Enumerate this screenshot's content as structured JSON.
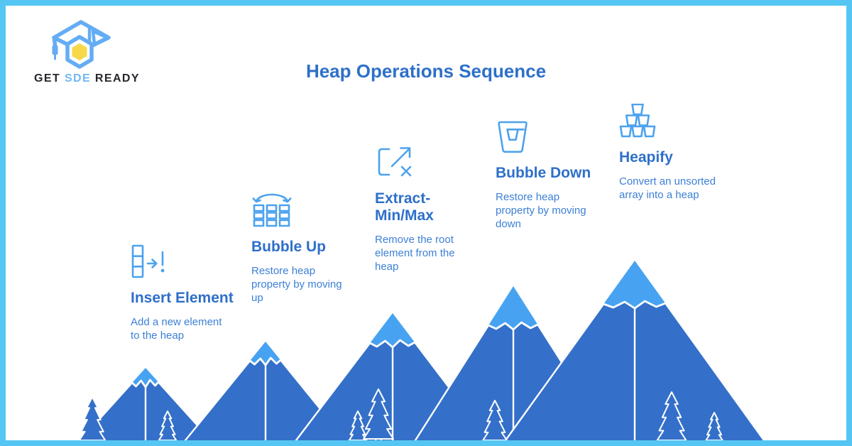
{
  "logo": {
    "brand_prefix": "GET",
    "brand_mid": "SDE",
    "brand_suffix": "READY"
  },
  "header": {
    "title": "Heap Operations Sequence"
  },
  "steps": [
    {
      "icon": "array-insert-icon",
      "title": "Insert Element",
      "description": "Add a new element to the heap"
    },
    {
      "icon": "bubble-up-icon",
      "title": "Bubble Up",
      "description": "Restore heap property by moving up"
    },
    {
      "icon": "extract-arrow-icon",
      "title": "Extract-Min/Max",
      "description": "Remove the root element from the heap"
    },
    {
      "icon": "bucket-icon",
      "title": "Bubble Down",
      "description": "Restore heap property by moving down"
    },
    {
      "icon": "stacked-cups-icon",
      "title": "Heapify",
      "description": "Convert an unsorted array into a heap"
    }
  ],
  "colors": {
    "frame": "#55c6f3",
    "title_blue": "#2e70c9",
    "description_blue": "#3d80d6",
    "icon_blue": "#4ca2ee",
    "mountain_body": "#3470c9",
    "mountain_snow": "#47a3f1",
    "logo_cap_blue": "#64adf4",
    "logo_hex_yellow": "#f7d84a",
    "logo_text_dark": "#26262e",
    "logo_text_blue": "#72b7f3"
  }
}
